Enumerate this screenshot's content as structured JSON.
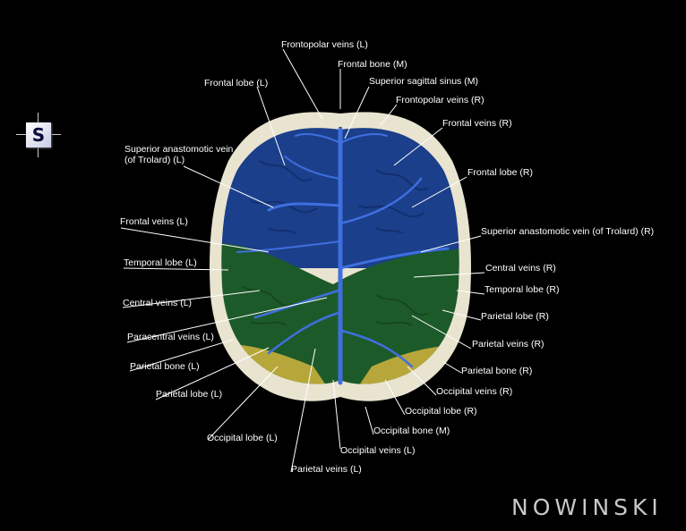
{
  "orientation": {
    "letter": "S"
  },
  "logo": {
    "text": "NOWINSKI"
  },
  "colors": {
    "frontal_lobe": "#1b3f8a",
    "parietal_lobe": "#1d5a2a",
    "occipital_lobe": "#b7a73a",
    "bone": "#e9e4d0",
    "veins": "#3f6fe0"
  },
  "labels": {
    "frontopolar_veins_l": "Frontopolar veins (L)",
    "frontal_bone_m": "Frontal bone (M)",
    "frontal_lobe_l": "Frontal lobe (L)",
    "superior_sagittal_sinus_m": "Superior sagittal sinus (M)",
    "frontopolar_veins_r": "Frontopolar veins (R)",
    "frontal_veins_r": "Frontal veins (R)",
    "superior_anastomotic_vein_l": "Superior anastomotic vein\n(of Trolard) (L)",
    "frontal_lobe_r": "Frontal lobe (R)",
    "frontal_veins_l": "Frontal veins (L)",
    "superior_anastomotic_vein_r": "Superior anastomotic vein (of Trolard) (R)",
    "temporal_lobe_l": "Temporal lobe (L)",
    "central_veins_r": "Central veins (R)",
    "temporal_lobe_r": "Temporal lobe (R)",
    "central_veins_l": "Central veins (L)",
    "parietal_lobe_r": "Parietal lobe (R)",
    "paracentral_veins_l": "Paracentral veins (L)",
    "parietal_veins_r": "Parietal veins (R)",
    "parietal_bone_l": "Parietal bone (L)",
    "parietal_bone_r": "Parietal bone (R)",
    "parietal_lobe_l": "Parietal lobe (L)",
    "occipital_veins_r": "Occipital veins (R)",
    "occipital_lobe_r": "Occipital lobe (R)",
    "occipital_bone_m": "Occipital bone (M)",
    "occipital_lobe_l": "Occipital lobe (L)",
    "occipital_veins_l": "Occipital veins (L)",
    "parietal_veins_l": "Parietal veins (L)"
  }
}
